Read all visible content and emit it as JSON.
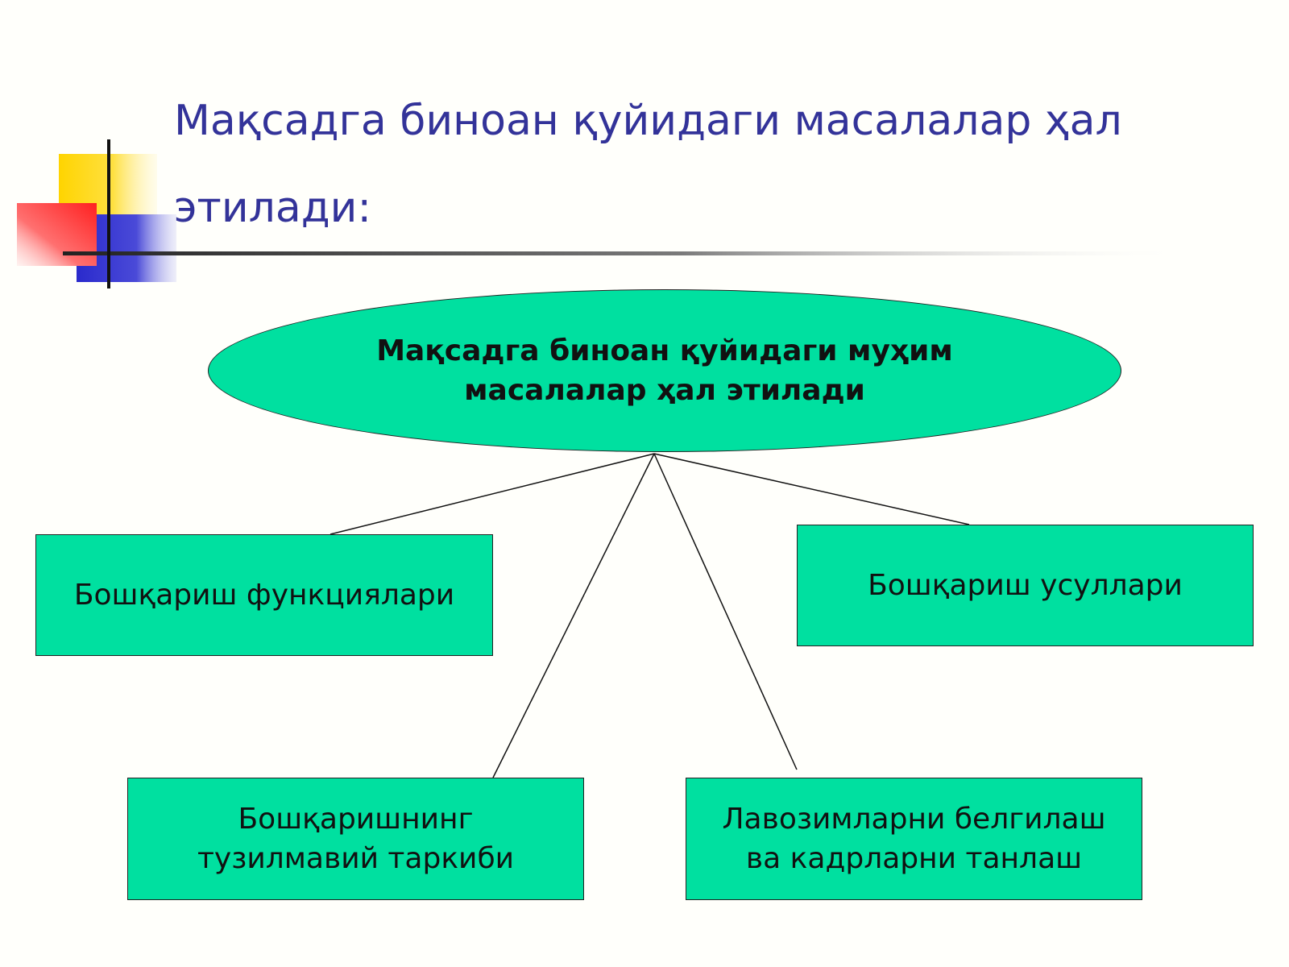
{
  "slide": {
    "title": "Мақсадга биноан қуйидаги масалалар ҳал этилади:"
  },
  "diagram": {
    "central_node": {
      "text": "Мақсадга биноан қуйидаги муҳим\nмасалалар ҳал этилади"
    },
    "nodes": [
      {
        "id": "functions",
        "text": "Бошқариш функциялари"
      },
      {
        "id": "methods",
        "text": "Бошқариш усуллари"
      },
      {
        "id": "structure",
        "text": "Бошқаришнинг\nтузилмавий таркиби"
      },
      {
        "id": "personnel",
        "text": "Лавозимларни белгилаш\nва кадрларни танлаш"
      }
    ],
    "edges": [
      {
        "from": "central",
        "to": "functions"
      },
      {
        "from": "central",
        "to": "methods"
      },
      {
        "from": "central",
        "to": "structure"
      },
      {
        "from": "central",
        "to": "personnel"
      }
    ]
  },
  "colors": {
    "title": "#333399",
    "node_fill": "#00e0a0",
    "node_border": "#222222",
    "deco_yellow": "#ffd400",
    "deco_red": "#ff3333",
    "deco_blue": "#3333cc"
  }
}
